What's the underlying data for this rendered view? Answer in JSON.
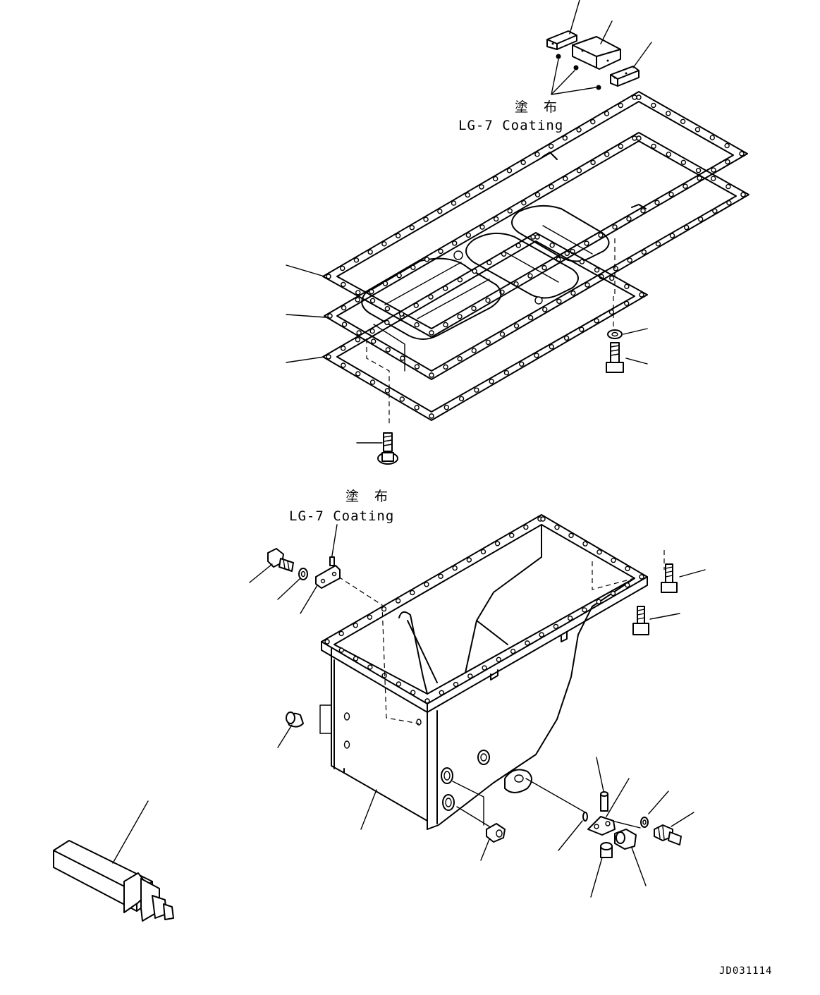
{
  "annotations": {
    "top_coating_jp": "塗 布",
    "top_coating_en": "LG-7 Coating",
    "mid_coating_jp": "塗 布",
    "mid_coating_en": "LG-7 Coating"
  },
  "drawing_code": "JD031114"
}
